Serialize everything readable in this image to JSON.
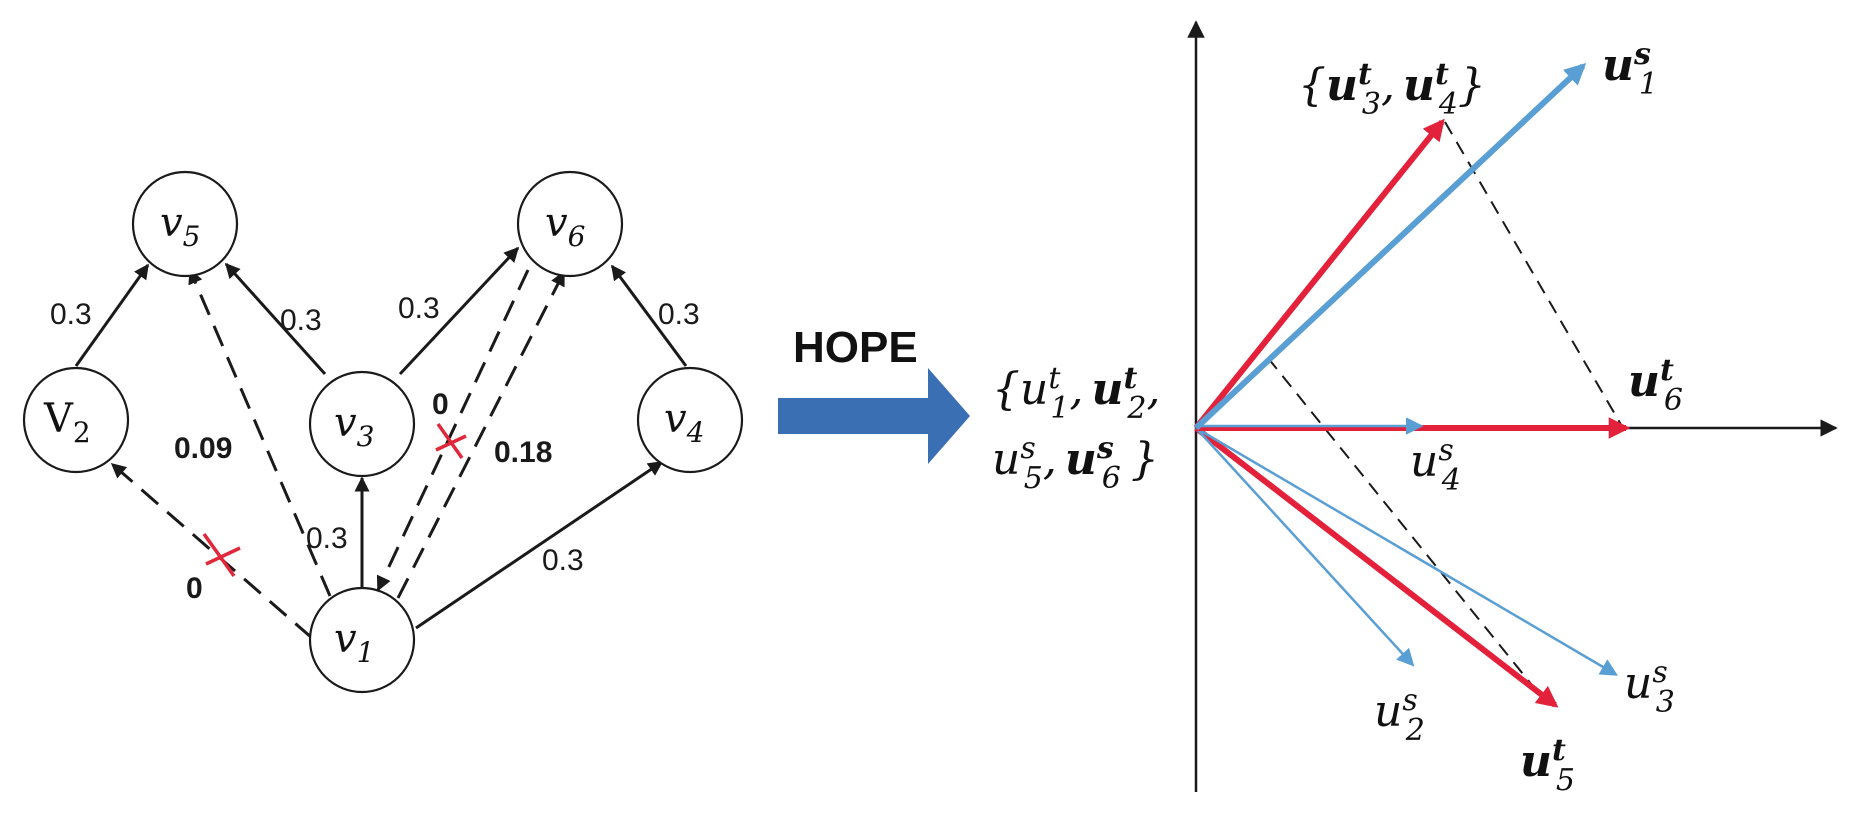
{
  "graph": {
    "nodes": [
      {
        "id": "v1",
        "base": "v",
        "sub": "1"
      },
      {
        "id": "v2",
        "base": "V",
        "sub": "2"
      },
      {
        "id": "v3",
        "base": "v",
        "sub": "3"
      },
      {
        "id": "v4",
        "base": "v",
        "sub": "4"
      },
      {
        "id": "v5",
        "base": "v",
        "sub": "5"
      },
      {
        "id": "v6",
        "base": "v",
        "sub": "6"
      }
    ],
    "edges": [
      {
        "from": "v2",
        "to": "v5",
        "weight": "0.3",
        "style": "solid"
      },
      {
        "from": "v3",
        "to": "v5",
        "weight": "0.3",
        "style": "solid"
      },
      {
        "from": "v3",
        "to": "v6",
        "weight": "0.3",
        "style": "solid"
      },
      {
        "from": "v4",
        "to": "v6",
        "weight": "0.3",
        "style": "solid"
      },
      {
        "from": "v1",
        "to": "v3",
        "weight": "0.3",
        "style": "solid"
      },
      {
        "from": "v1",
        "to": "v4",
        "weight": "0.3",
        "style": "solid"
      },
      {
        "from": "v1",
        "to": "v2",
        "weight": "0",
        "style": "dashed",
        "crossed": true
      },
      {
        "from": "v1",
        "to": "v5",
        "weight": "0.09",
        "style": "dashed"
      },
      {
        "from": "v6",
        "to": "v1",
        "weight": "0",
        "style": "dashed",
        "crossed": true
      },
      {
        "from": "v1",
        "to": "v6",
        "weight": "0.18",
        "style": "dashed"
      }
    ]
  },
  "arrow_label": "HOPE",
  "embedding": {
    "vectors": [
      {
        "id": "u1s",
        "color": "blue",
        "weight": "thick"
      },
      {
        "id": "u34t",
        "color": "red",
        "weight": "thick"
      },
      {
        "id": "u6t",
        "color": "red",
        "weight": "thick"
      },
      {
        "id": "u4s",
        "color": "blue",
        "weight": "thin"
      },
      {
        "id": "u5t",
        "color": "red",
        "weight": "thick"
      },
      {
        "id": "u3s",
        "color": "blue",
        "weight": "thin"
      },
      {
        "id": "u2s",
        "color": "blue",
        "weight": "thin"
      }
    ],
    "labels": {
      "origin_group": {
        "open": "{",
        "close": "}",
        "comma": ","
      },
      "top_group": {
        "open": "{",
        "close": "}",
        "comma": ","
      }
    }
  },
  "colors": {
    "red": "#e3213a",
    "blue": "#5a9fd4",
    "hope_arrow": "#3a6fb4",
    "cross": "#e0283a"
  }
}
